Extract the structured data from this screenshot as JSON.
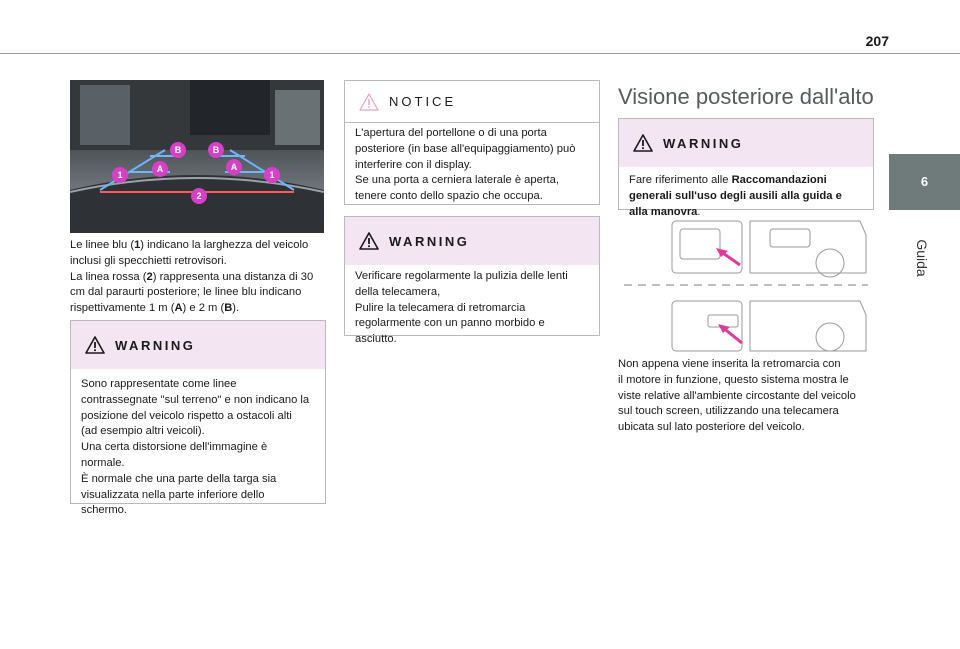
{
  "page_number": "207",
  "side_tab": {
    "number": "6",
    "label": "Guida"
  },
  "left_column": {
    "caption_lines": [
      "Le linee blu (1) indicano la larghezza del veicolo",
      "inclusi gli specchietti retrovisori.",
      "La linea rossa (2) rappresenta una distanza di 30",
      "cm dal paraurti posteriore; le linee blu indicano",
      "rispettivamente 1 m (A) e 2 m (B)."
    ],
    "photo_markers": [
      "B",
      "B",
      "A",
      "A",
      "1",
      "1",
      "2"
    ],
    "warning": {
      "title": "WARNING",
      "lines": [
        "Sono rappresentate come linee",
        "contrassegnate \"sul terreno\" e non indicano la",
        "posizione del veicolo rispetto a ostacoli alti",
        "(ad esempio altri veicoli).",
        "Una certa distorsione dell'immagine è",
        "normale.",
        "È normale che una parte della targa sia",
        "visualizzata nella parte inferiore dello",
        "schermo."
      ]
    }
  },
  "middle_column": {
    "notice": {
      "title": "NOTICE",
      "lines": [
        "L'apertura del portellone o di una porta",
        "posteriore (in base all'equipaggiamento) può",
        "interferire con il display.",
        "Se una porta a cerniera laterale è aperta,",
        "tenere conto dello spazio che occupa."
      ]
    },
    "warning": {
      "title": "WARNING",
      "lines": [
        "Verificare regolarmente la pulizia delle lenti",
        "della telecamera,",
        "Pulire la telecamera di retromarcia",
        "regolarmente con un panno morbido e",
        "asciutto."
      ]
    }
  },
  "right_column": {
    "title": "Visione posteriore dall'alto",
    "warning": {
      "title": "WARNING",
      "text_prefix": "Fare riferimento alle ",
      "text_bold": "Raccomandazioni generali sull'uso degli ausili alla guida e alla manovra",
      "text_suffix": "."
    },
    "body_lines": [
      "Non appena viene inserita la retromarcia con",
      "il motore in funzione, questo sistema mostra le",
      "viste relative all'ambiente circostante del veicolo",
      "sul touch screen, utilizzando una telecamera",
      "ubicata sul lato posteriore del veicolo."
    ]
  },
  "colors": {
    "warning_bg": "#f3e6f2",
    "marker": "#d640c8",
    "arrow": "#e0399e",
    "tab": "#6f7a7a"
  }
}
